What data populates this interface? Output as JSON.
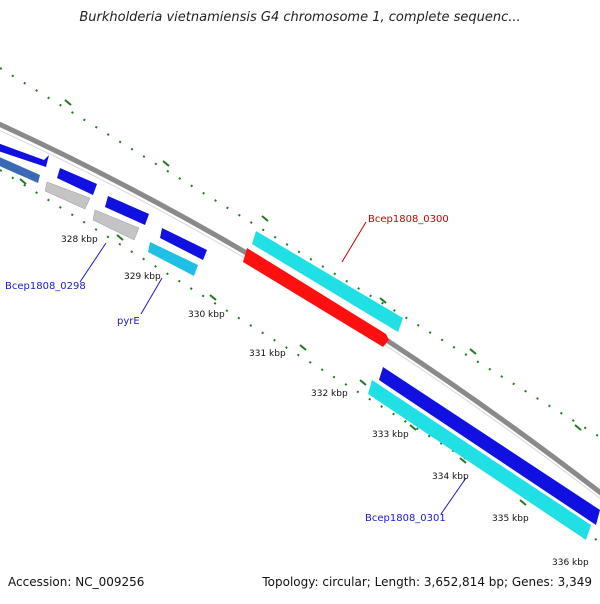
{
  "title": "Burkholderia vietnamiensis G4 chromosome 1, complete sequenc...",
  "footer": {
    "accession": "Accession: NC_009256",
    "summary": "Topology: circular; Length: 3,652,814 bp; Genes: 3,349"
  },
  "ticks": [
    "328 kbp",
    "329 kbp",
    "330 kbp",
    "331 kbp",
    "332 kbp",
    "333 kbp",
    "334 kbp",
    "335 kbp",
    "336 kbp"
  ],
  "gene_labels": {
    "bcep0298": "Bcep1808_0298",
    "pyrE": "pyrE",
    "bcep0300": "Bcep1808_0300",
    "bcep0301": "Bcep1808_0301"
  },
  "colors": {
    "backbone": "#8a8a8a",
    "tick_marks": "#1f7a1f",
    "cds_forward": "#1010e0",
    "cds_gray": "#c4c4c4",
    "cds_cyan": "#20e0e6",
    "cds_red": "#ff1010",
    "label_blue": "#1a1acc",
    "label_red": "#cc0000"
  }
}
